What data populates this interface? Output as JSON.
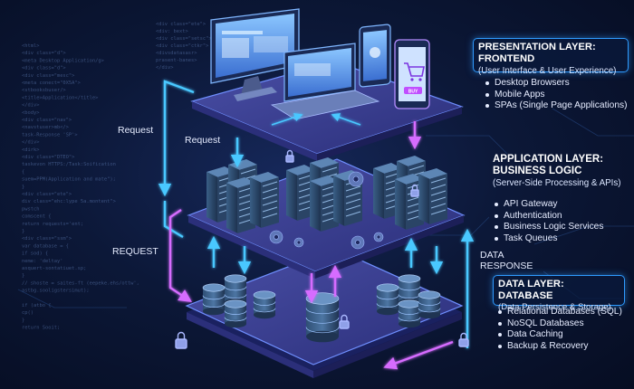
{
  "presentation": {
    "title": "PRESENTATION LAYER: FRONTEND",
    "subtitle": "(User Interface & User Experience)",
    "items": [
      "Desktop Browsers",
      "Mobile Apps",
      "SPAs (Single Page Applications)"
    ]
  },
  "application": {
    "title_line1": "APPLICATION LAYER:",
    "title_line2": "BUSINESS LOGIC",
    "subtitle": "(Server-Side Processing & APIs)",
    "items": [
      "API Gateway",
      "Authentication",
      "Business Logic Services",
      "Task Queues"
    ]
  },
  "database": {
    "title": "DATA LAYER: DATABASE",
    "subtitle": "(Data Persistence & Storage)",
    "items": [
      "Relational Databases (SQL)",
      "NoSQL Databases",
      "Data Caching",
      "Backup & Recovery"
    ]
  },
  "flows": {
    "request_outer": "Request",
    "request_inner": "Request",
    "request_lower": "REQUEST",
    "data_response_line1": "DATA",
    "data_response_line2": "RESPONSE"
  },
  "buy_button": "BUY",
  "code_lines": [
    "<html>",
    "<div class=\"d\">",
    "  <meta Desktop Application/g>",
    "  <div class=\"d\">",
    "    <div class=\"mesc\">",
    "     <meta conect=\"0X5A\">",
    "     <stbooksbuser/>",
    "     <title>Application</title>",
    "   </div>",
    "<body>",
    "  <div class=\"nav\">",
    "  <navstuser>mb</>",
    "  task-Response 'SP'>",
    "</div>",
    "<dirk>",
    "  <div class=\"DTEO\">",
    "  taskevon HTTPS:/Task:Soification",
    "  {",
    "    suem=PPM(Application and mate\");",
    "  }",
    "  <div class=\"ete\">",
    "  div class=\"ehc:lype 5a.montent\">",
    "  pwstch",
    "    comscent {",
    "    return requests='ent;",
    "  }",
    "  <div class=\"ssm\">",
    "  var database = {",
    "  if sod) {",
    "   neme: 'deltay'",
    "   asquert-sontatiuet.sp;",
    "  }",
    "  // shoste = saites-ft (eepeke.ehs/ottw',",
    "  astbg.sooligstersimut);",
    "",
    "  if (atbo {",
    "   cp()",
    "  }",
    "  return Sooit;"
  ],
  "code_lines_top": [
    "<div class=\"ete\">",
    "  <div: bext>",
    "   <div class=\"setsc\">",
    "    <div class=\"ctkr\">",
    "     <divsdatasasr>",
    "     prasent-banes>",
    "    </div>"
  ]
}
